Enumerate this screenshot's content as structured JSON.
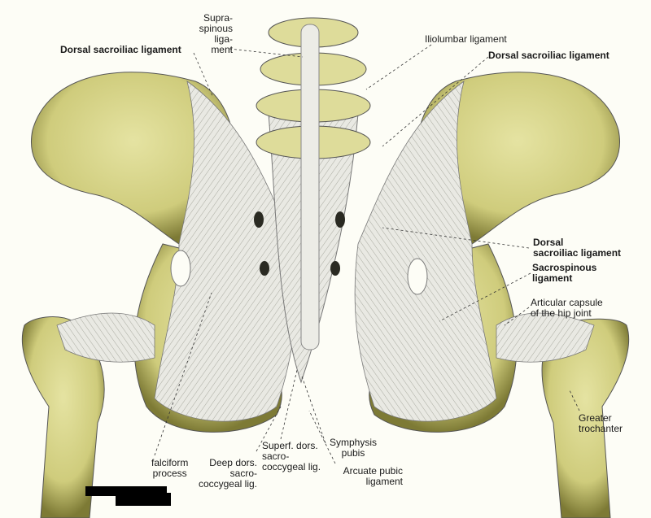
{
  "labels": {
    "supraspinous": [
      "Supra-",
      "spinous",
      "liga-",
      "ment"
    ],
    "dorsal_sacroiliac_left": "Dorsal sacroiliac ligament",
    "iliolumbar": "Iliolumbar ligament",
    "dorsal_sacroiliac_right_top": "Dorsal sacroiliac ligament",
    "dorsal_sacroiliac_right_mid": [
      "Dorsal",
      "sacroiliac ligament"
    ],
    "sacrospinous": [
      "Sacrospinous",
      "ligament"
    ],
    "articular_capsule": [
      "Articular capsule",
      "of the hip joint"
    ],
    "greater_trochanter": [
      "Greater",
      "trochanter"
    ],
    "falciform": [
      "falciform",
      "process"
    ],
    "deep_dors": [
      "Deep dors.",
      "sacro-",
      "coccygeal lig."
    ],
    "superf_dors": [
      "Superf. dors.",
      "sacro-",
      "coccygeal lig."
    ],
    "symphysis": [
      "Symphysis",
      "pubis"
    ],
    "arcuate": [
      "Arcuate pubic",
      "ligament"
    ]
  },
  "colors": {
    "bone": "#d8d68a",
    "bone_dark": "#8f8a3a",
    "ligament": "#e6e6e0",
    "background": "#fdfdf6"
  }
}
